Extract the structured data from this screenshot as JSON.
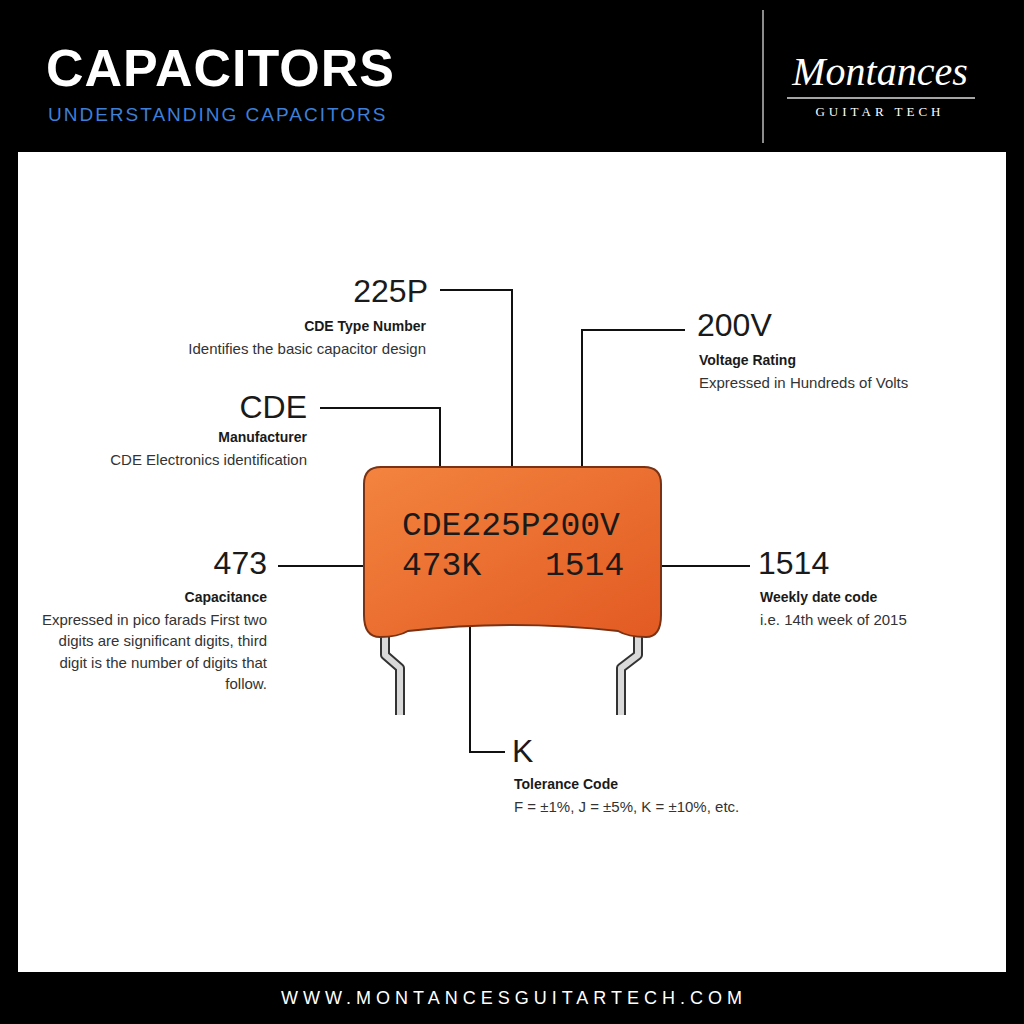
{
  "diagram": {
    "title": "CAPACITORS",
    "nodes": [
      {
        "text": [
          "CDE225P200V",
          "473K",
          "1514"
        ]
      }
    ],
    "labels": [
      "UNDERSTANDING CAPACITORS",
      "Montances",
      "GUITAR TECH",
      "225P",
      "CDE Type Number",
      "Identifies the basic capacitor design",
      "CDE",
      "Manufacturer",
      "CDE Electronics identification",
      "200V",
      "Voltage Rating",
      "Expressed in Hundreds of Volts",
      "473",
      "Capacitance",
      "Expressed in pico farads First two digits are significant digits, third digit is the number of digits that follow.",
      "1514",
      "Weekly date code",
      "i.e. 14th week of 2015",
      "K",
      "Tolerance Code",
      "F = ±1%, J = ±5%, K = ±10%, etc.",
      "WWW.MONTANCESGUITARTECH.COM"
    ]
  }
}
